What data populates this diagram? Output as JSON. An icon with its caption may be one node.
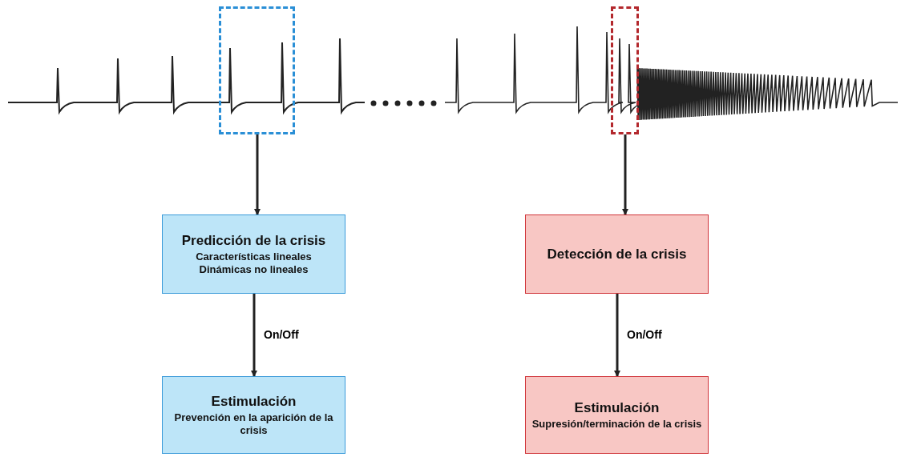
{
  "diagram": {
    "nodes": [
      {
        "text": [],
        "shape": "box"
      },
      {
        "text": [],
        "shape": "box"
      },
      {
        "text": [
          "Predicción de la crisis",
          "Características lineales",
          "Dinámicas no lineales"
        ]
      },
      {
        "text": [
          "Detección de la crisis"
        ]
      },
      {
        "text": [
          "Estimulación",
          "Prevención en la aparición de la crisis"
        ]
      },
      {
        "text": [
          "Estimulación",
          "Supresión/terminación de la crisis"
        ]
      }
    ],
    "edges": [
      {
        "from": 0,
        "to": 2,
        "arrow": "to"
      },
      {
        "from": 1,
        "to": 3,
        "arrow": "to"
      },
      {
        "from": 2,
        "to": 4,
        "arrow": "to",
        "label": "On/Off"
      },
      {
        "from": 3,
        "to": 5,
        "arrow": "to",
        "label": "On/Off"
      }
    ]
  }
}
